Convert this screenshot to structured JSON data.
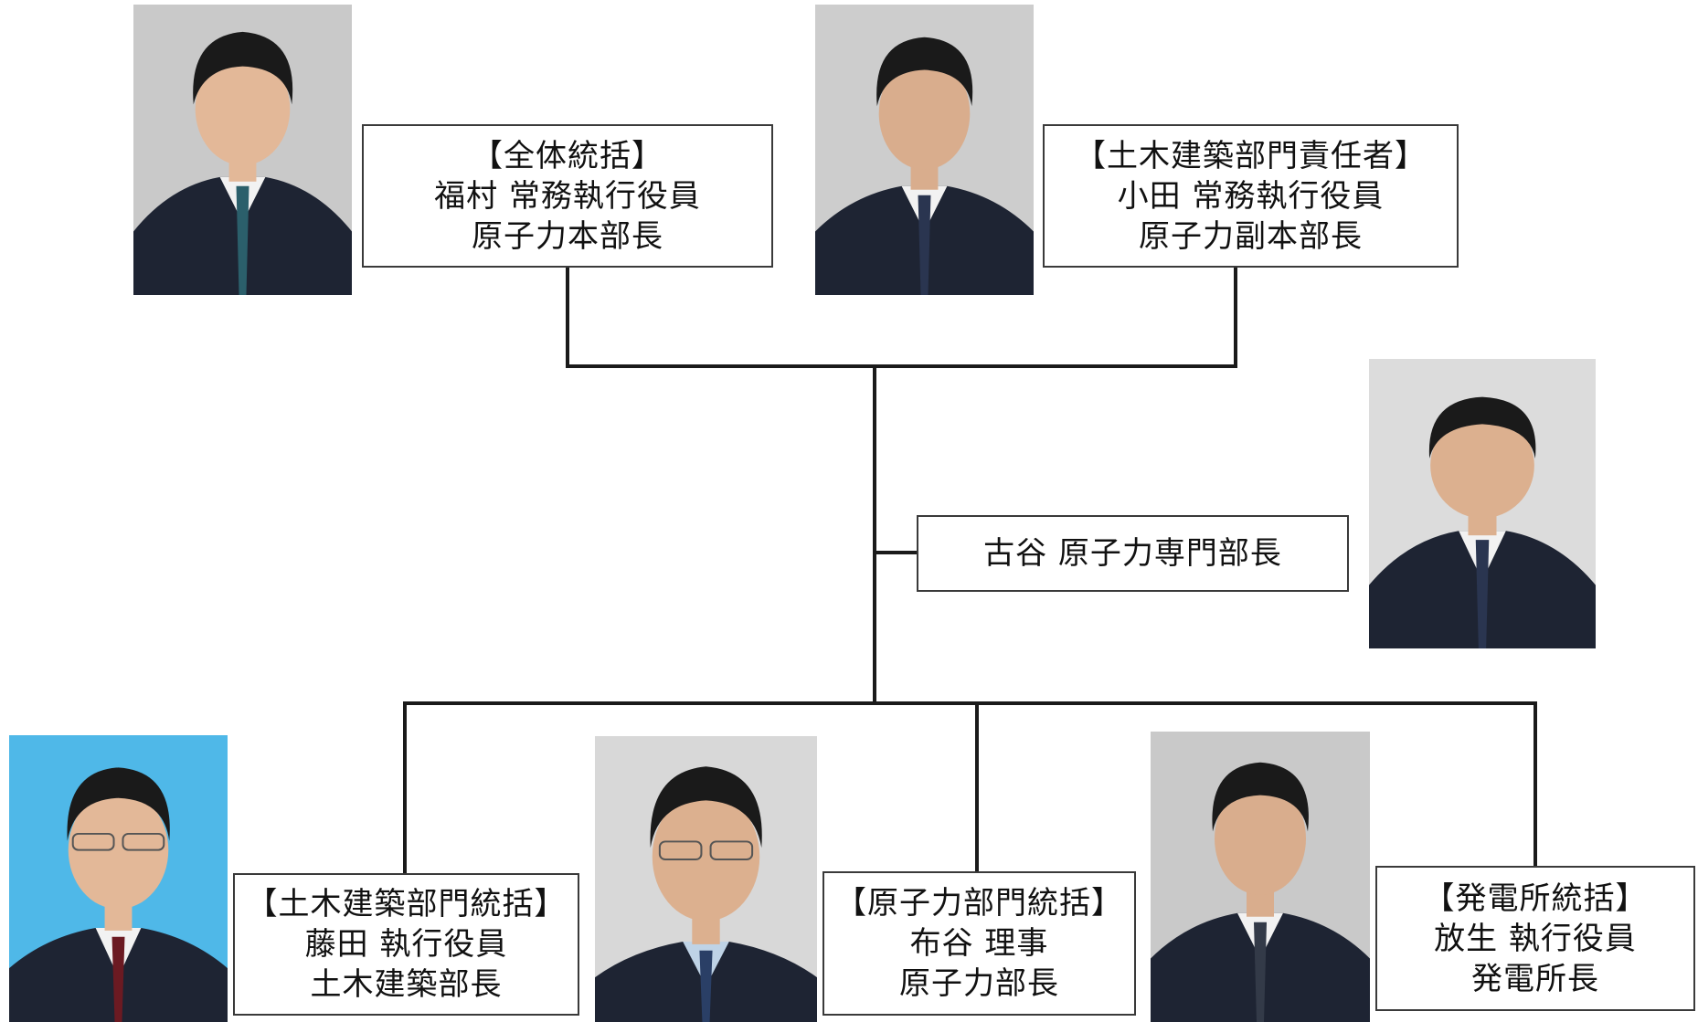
{
  "org_chart": {
    "top_left": {
      "role": "【全体統括】",
      "name_title": "福村 常務執行役員",
      "dept": "原子力本部長"
    },
    "top_right": {
      "role": "【土木建築部門責任者】",
      "name_title": "小田 常務執行役員",
      "dept": "原子力副本部長"
    },
    "middle": {
      "name_title": "古谷 原子力専門部長"
    },
    "bottom_left": {
      "role": "【土木建築部門統括】",
      "name_title": "藤田 執行役員",
      "dept": "土木建築部長"
    },
    "bottom_center": {
      "role": "【原子力部門統括】",
      "name_title": "布谷 理事",
      "dept": "原子力部長"
    },
    "bottom_right": {
      "role": "【発電所統括】",
      "name_title": "放生 執行役員",
      "dept": "発電所長"
    }
  },
  "colors": {
    "photo_bg_gray": "#c9c9c9",
    "photo_bg_blue": "#4fb8e8",
    "suit": "#1e2433",
    "skin": "#e3b898",
    "hair": "#1a1a1a"
  }
}
